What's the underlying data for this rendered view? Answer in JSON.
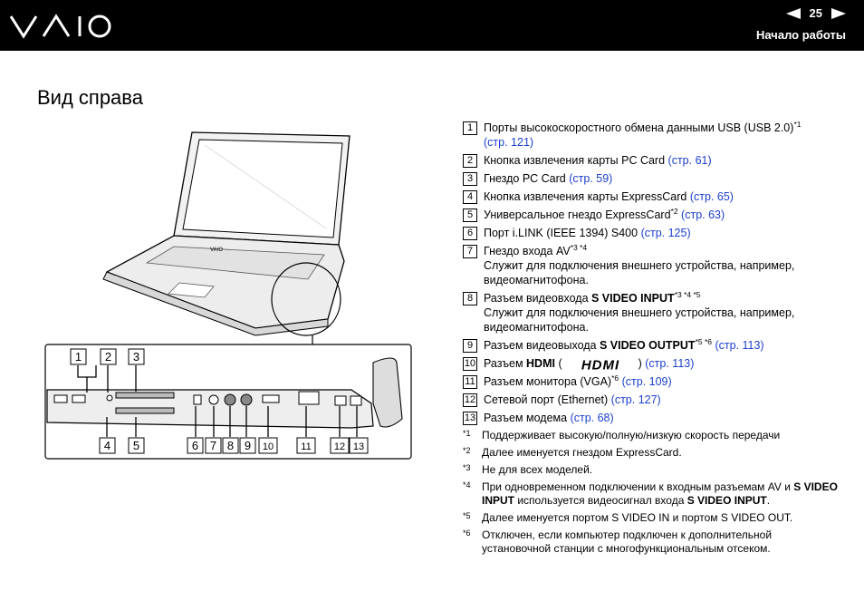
{
  "header": {
    "brand": "VAIO",
    "page_number": "25",
    "section": "Начало работы"
  },
  "title": "Вид справа",
  "illustration": {
    "top_labels": [
      "1",
      "2",
      "3"
    ],
    "bottom_labels": [
      "4",
      "5",
      "6",
      "7",
      "8",
      "9",
      "10",
      "11",
      "12",
      "13"
    ]
  },
  "items": [
    {
      "num": "1",
      "a": "Порты высокоскоростного обмена данными USB (USB 2.0)",
      "sup": "*1",
      "link": "(стр. 121)"
    },
    {
      "num": "2",
      "a": "Кнопка извлечения карты PC Card ",
      "link": "(стр. 61)"
    },
    {
      "num": "3",
      "a": "Гнездо PC Card ",
      "link": "(стр. 59)"
    },
    {
      "num": "4",
      "a": "Кнопка извлечения карты ExpressCard ",
      "link": "(стр. 65)"
    },
    {
      "num": "5",
      "a": "Универсальное гнездо ExpressCard",
      "sup": "*2",
      "link": " (стр. 63)"
    },
    {
      "num": "6",
      "a": "Порт i.LINK (IEEE 1394) S400 ",
      "link": "(стр. 125)"
    },
    {
      "num": "7",
      "a": "Гнездо входа AV",
      "sup": "*3 *4",
      "desc": "Служит для подключения внешнего устройства, например, видеомагнитофона."
    },
    {
      "num": "8",
      "a": "Разъем видеовхода ",
      "b": "S VIDEO INPUT",
      "sup": "*3 *4 *5",
      "desc": "Служит для подключения внешнего устройства, например, видеомагнитофона."
    },
    {
      "num": "9",
      "a": "Разъем видеовыхода ",
      "b": "S VIDEO OUTPUT",
      "sup": "*5 *6",
      "link": " (стр. 113)"
    },
    {
      "num": "10",
      "a": "Разъем ",
      "b": "HDMI",
      "c": " (",
      "d": ") ",
      "link": "(стр. 113)",
      "hdmi": "HDMI"
    },
    {
      "num": "11",
      "a": "Разъем монитора (VGA)",
      "sup": "*6",
      "link": " (стр. 109)"
    },
    {
      "num": "12",
      "a": "Сетевой порт (Ethernet) ",
      "link": "(стр. 127)"
    },
    {
      "num": "13",
      "a": "Разъем модема ",
      "link": "(стр. 68)"
    }
  ],
  "footnotes": [
    {
      "mark": "*1",
      "t1": "Поддерживает высокую/полную/низкую скорость передачи"
    },
    {
      "mark": "*2",
      "t1": "Далее именуется гнездом ExpressCard."
    },
    {
      "mark": "*3",
      "t1": "Не для всех моделей."
    },
    {
      "mark": "*4",
      "t1": "При одновременном подключении к входным разъемам AV и ",
      "b1": "S VIDEO INPUT",
      "t2": " используется видеосигнал входа ",
      "b2": "S VIDEO INPUT",
      "t3": "."
    },
    {
      "mark": "*5",
      "t1": "Далее именуется портом S VIDEO IN и портом S VIDEO OUT."
    },
    {
      "mark": "*6",
      "t1": "Отключен, если компьютер подключен к дополнительной установочной станции с многофункциональным отсеком."
    }
  ]
}
